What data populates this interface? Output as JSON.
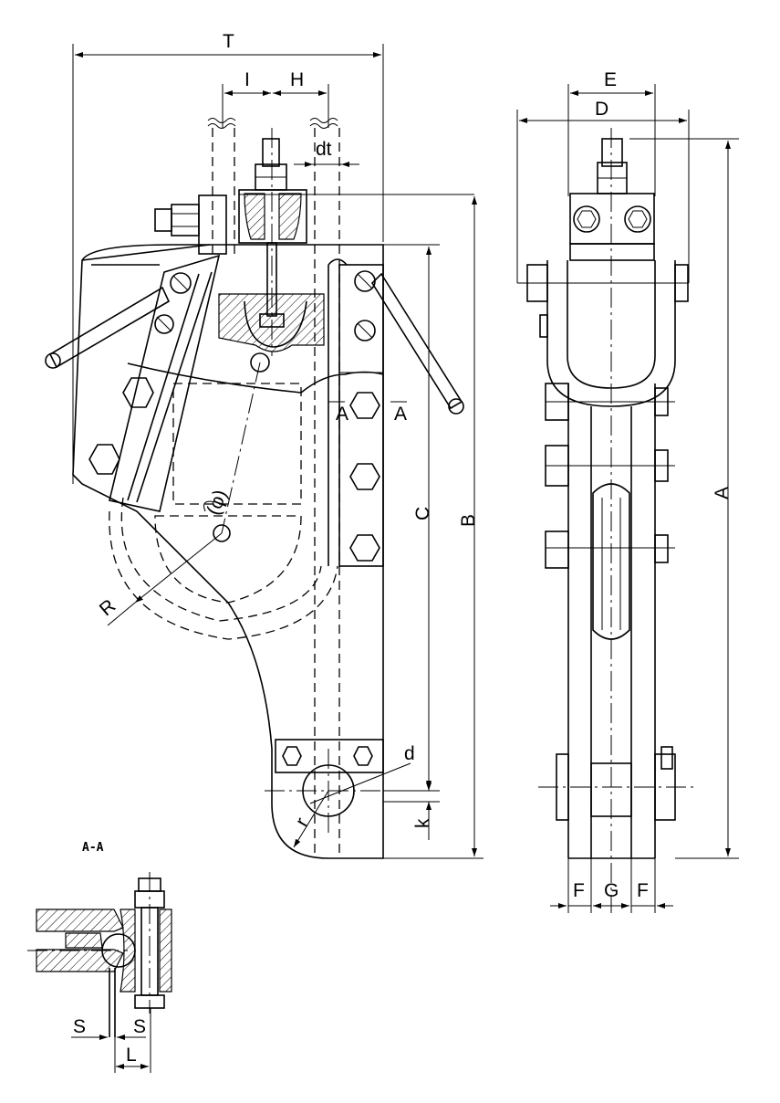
{
  "front_view": {
    "labels": {
      "T": "T",
      "I": "I",
      "H": "H",
      "dt": "dt",
      "C": "C",
      "B": "B",
      "d": "d",
      "k": "k",
      "r": "r",
      "R": "R",
      "A_mark_left": "A",
      "A_mark_right": "A"
    }
  },
  "side_view": {
    "labels": {
      "E": "E",
      "D": "D",
      "A": "A",
      "F_left": "F",
      "G": "G",
      "F_right": "F"
    }
  },
  "section_view": {
    "title": "A-A",
    "labels": {
      "S_left": "S",
      "S_right": "S",
      "L": "L"
    }
  }
}
